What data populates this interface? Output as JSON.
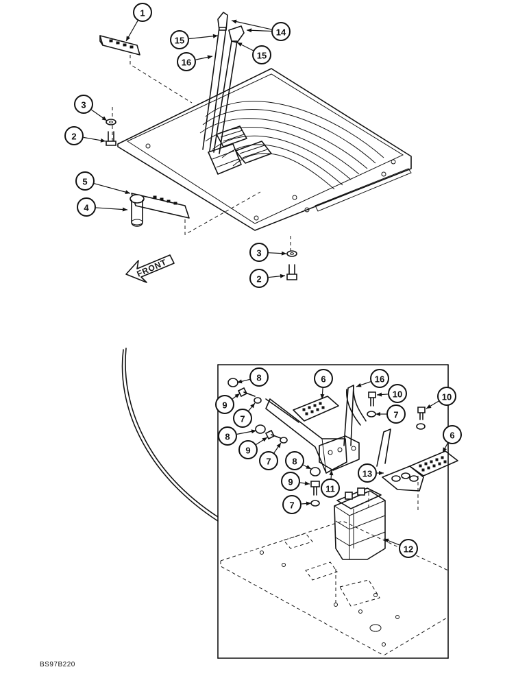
{
  "front_label": "FRONT",
  "reference_code": "BS97B220",
  "callouts_top": [
    "1",
    "14",
    "15",
    "15",
    "16",
    "3",
    "2",
    "5",
    "4",
    "3",
    "2"
  ],
  "callouts_bottom": [
    "8",
    "6",
    "16",
    "10",
    "10",
    "9",
    "7",
    "7",
    "8",
    "9",
    "7",
    "6",
    "8",
    "13",
    "9",
    "11",
    "7",
    "12"
  ]
}
